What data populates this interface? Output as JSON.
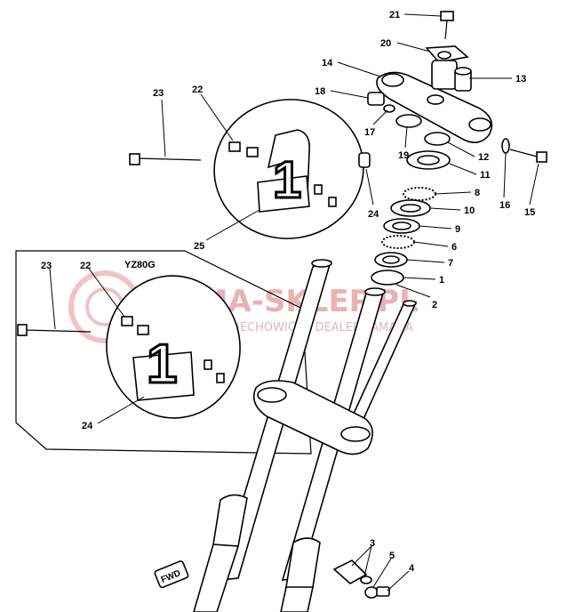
{
  "inset_title": "YZ80G",
  "fwd_mark": "FWD",
  "watermark": {
    "brand": "YAMA-SKLEP.PL",
    "dealer": "WOJCIECHOWICZ | DEALER YAMAHA"
  },
  "callouts": {
    "c21": "21",
    "c20": "20",
    "c14": "14",
    "c13": "13",
    "c18": "18",
    "c17": "17",
    "c19": "19",
    "c12": "12",
    "c11": "11",
    "c8": "8",
    "c10": "10",
    "c9": "9",
    "c6": "6",
    "c7": "7",
    "c1": "1",
    "c2": "2",
    "c16": "16",
    "c15": "15",
    "c23": "23",
    "c22": "22",
    "c24": "24",
    "c25": "25",
    "i23": "23",
    "i22": "22",
    "i24": "24",
    "c3": "3",
    "c5": "5",
    "c4": "4"
  },
  "plate_number": "1",
  "colors": {
    "line": "#000000",
    "watermark": "#e7b3b3",
    "background": "#ffffff"
  }
}
